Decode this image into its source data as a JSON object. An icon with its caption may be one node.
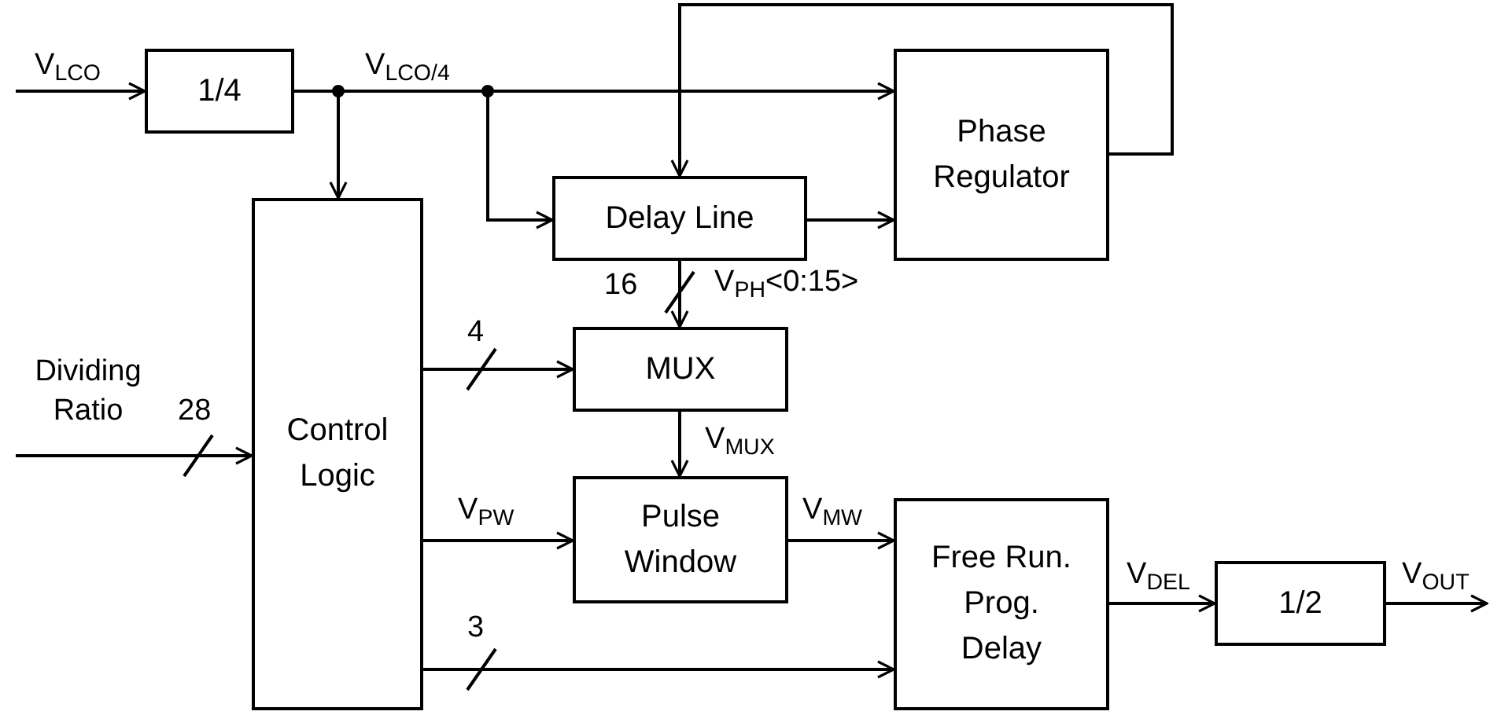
{
  "diagram": {
    "nodes": [
      {
        "text": [
          "1/4"
        ]
      },
      {
        "text": [
          "Control Logic"
        ]
      },
      {
        "text": [
          "Delay Line"
        ]
      },
      {
        "text": [
          "Phase Regulator"
        ]
      },
      {
        "text": [
          "MUX"
        ]
      },
      {
        "text": [
          "Pulse Window"
        ]
      },
      {
        "text": [
          "Free Run. Prog. Delay"
        ]
      },
      {
        "text": [
          "1/2"
        ]
      }
    ],
    "edges": [
      {
        "from": null,
        "to": 0,
        "arrow": "to",
        "label": "V$_{LCO}$"
      },
      {
        "from": 0,
        "to": 1,
        "arrow": "to"
      },
      {
        "from": 0,
        "to": 2,
        "arrow": "to"
      },
      {
        "from": 0,
        "to": 3,
        "arrow": "to",
        "label": "V$_{LCO/4}$"
      },
      {
        "from": 2,
        "to": 3,
        "arrow": "to"
      },
      {
        "from": 3,
        "to": 2,
        "arrow": "to"
      },
      {
        "from": 2,
        "to": 4,
        "arrow": "to",
        "label": "V$_{PH}$<0:15>"
      },
      {
        "from": null,
        "to": 1,
        "arrow": "to",
        "label": "Dividing Ratio"
      },
      {
        "from": 1,
        "to": 4,
        "arrow": "to"
      },
      {
        "from": 4,
        "to": 5,
        "arrow": "to",
        "label": "V$_{MUX}$"
      },
      {
        "from": 1,
        "to": 5,
        "arrow": "to",
        "label": "V$_{PW}$"
      },
      {
        "from": 5,
        "to": 6,
        "arrow": "to",
        "label": "V$_{MW}$"
      },
      {
        "from": 1,
        "to": 6,
        "arrow": "to"
      },
      {
        "from": 6,
        "to": 7,
        "arrow": "to",
        "label": "V$_{DEL}$"
      },
      {
        "from": 7,
        "to": null,
        "arrow": "to",
        "label": "V$_{OUT}$"
      }
    ],
    "labels": [
      "16",
      "4",
      "28",
      "3"
    ]
  }
}
